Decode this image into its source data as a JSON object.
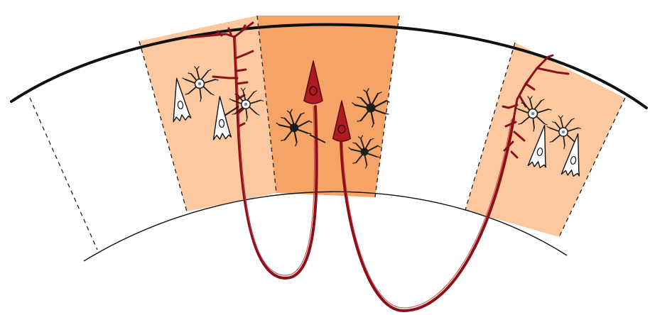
{
  "diagram": {
    "colors": {
      "background": "#ffffff",
      "column_light": "#fbc8a0",
      "column_dark": "#f5a366",
      "red_neuron": "#b01a21",
      "red_neuron_outline": "#5a0a0e",
      "axon": "#8a1119",
      "dark_neuron": "#1e1e1e",
      "white_neuron_fill": "#ffffff",
      "outline": "#111111"
    },
    "elements": [
      "cortex-outer-surface",
      "cortex-inner-boundary",
      "cortical-column-left",
      "cortical-column-center",
      "cortical-column-right",
      "pyramidal-neuron-red",
      "pyramidal-neuron-white",
      "interneuron-black",
      "axon-loop"
    ]
  }
}
